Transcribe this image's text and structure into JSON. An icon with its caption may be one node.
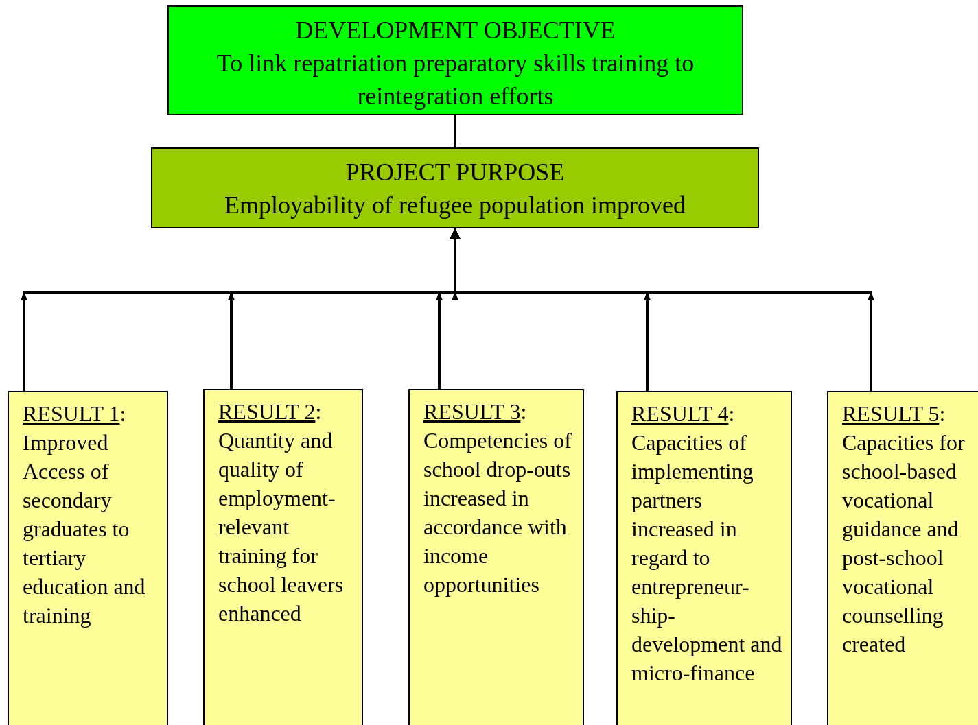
{
  "diagram": {
    "nodes": [
      {
        "text": [
          "DEVELOPMENT OBJECTIVE",
          "To link repatriation preparatory skills training to reintegration efforts"
        ]
      },
      {
        "text": [
          "PROJECT PURPOSE",
          "Employability of refugee population improved"
        ]
      },
      {
        "text": [
          "RESULT 1:",
          "Improved Access of secondary graduates to tertiary education and training"
        ]
      },
      {
        "text": [
          "RESULT 2:",
          "Quantity and quality of employment-relevant training for school leavers enhanced"
        ]
      },
      {
        "text": [
          "RESULT 3:",
          "Competencies of school drop-outs increased in accordance with income opportunities"
        ]
      },
      {
        "text": [
          "RESULT 4:",
          "Capacities of implementing partners increased in regard to entrepreneur-ship-development and micro-finance"
        ]
      },
      {
        "text": [
          "RESULT 5:",
          "Capacities for school-based vocational guidance and post-school vocational counselling created"
        ]
      }
    ],
    "edges": [
      {
        "from": 1,
        "to": 0,
        "arrow": "none"
      },
      {
        "from": 2,
        "to": 1,
        "arrow": "to"
      },
      {
        "from": 3,
        "to": 1,
        "arrow": "to"
      },
      {
        "from": 4,
        "to": 1,
        "arrow": "to"
      },
      {
        "from": 5,
        "to": 1,
        "arrow": "to"
      },
      {
        "from": 6,
        "to": 1,
        "arrow": "to"
      }
    ]
  }
}
